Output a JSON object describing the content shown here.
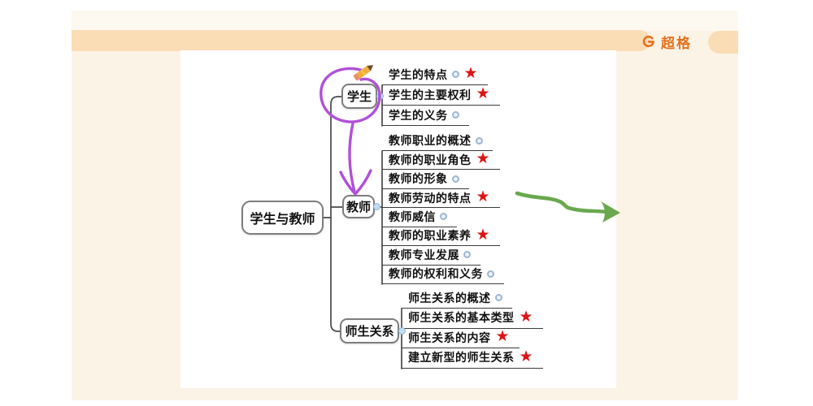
{
  "brand": {
    "name": "超格",
    "accent_color": "#e2711d"
  },
  "icons": {
    "star_glyph": "★"
  },
  "colors": {
    "panel_cream": "#fcf3e7",
    "pill_peach": "#fadcb5",
    "star_red": "#dd1414",
    "annotation_purple": "#b050d8",
    "annotation_green": "#6aa84f",
    "line_gray": "#4a4a4a"
  },
  "mindmap": {
    "root": {
      "label": "学生与教师"
    },
    "branches": [
      {
        "label": "学生",
        "children": [
          {
            "label": "学生的特点",
            "badge": true,
            "star": true
          },
          {
            "label": "学生的主要权利",
            "badge": false,
            "star": true
          },
          {
            "label": "学生的义务",
            "badge": true,
            "star": false
          }
        ]
      },
      {
        "label": "教师",
        "children": [
          {
            "label": "教师职业的概述",
            "badge": true,
            "star": false
          },
          {
            "label": "教师的职业角色",
            "badge": false,
            "star": true
          },
          {
            "label": "教师的形象",
            "badge": true,
            "star": false
          },
          {
            "label": "教师劳动的特点",
            "badge": false,
            "star": true
          },
          {
            "label": "教师威信",
            "badge": true,
            "star": false
          },
          {
            "label": "教师的职业素养",
            "badge": false,
            "star": true
          },
          {
            "label": "教师专业发展",
            "badge": true,
            "star": false
          },
          {
            "label": "教师的权利和义务",
            "badge": true,
            "star": false
          }
        ]
      },
      {
        "label": "师生关系",
        "children": [
          {
            "label": "师生关系的概述",
            "badge": true,
            "star": false
          },
          {
            "label": "师生关系的基本类型",
            "badge": false,
            "star": true
          },
          {
            "label": "师生关系的内容",
            "badge": false,
            "star": true
          },
          {
            "label": "建立新型的师生关系",
            "badge": false,
            "star": true
          }
        ]
      }
    ]
  }
}
